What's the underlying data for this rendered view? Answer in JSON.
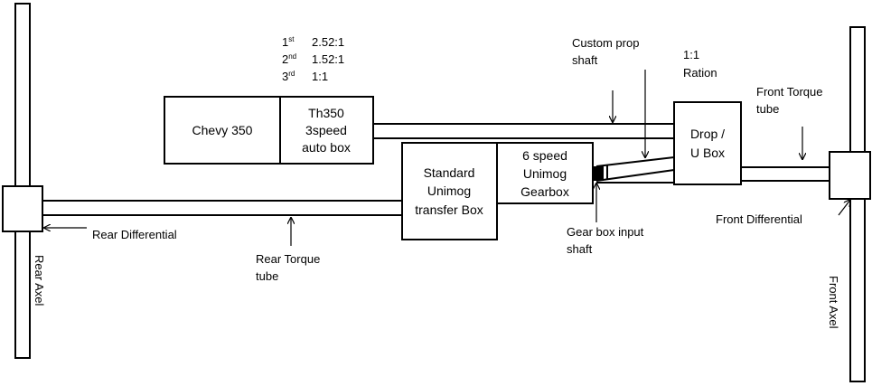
{
  "ratios": [
    {
      "gear": "1",
      "suffix": "st",
      "ratio": "2.52:1"
    },
    {
      "gear": "2",
      "suffix": "nd",
      "ratio": "1.52:1"
    },
    {
      "gear": "3",
      "suffix": "rd",
      "ratio": "1:1"
    }
  ],
  "boxes": {
    "engine": "Chevy 350",
    "transmission": [
      "Th350",
      "3speed",
      "auto box"
    ],
    "transfer": [
      "Standard",
      "Unimog",
      "transfer Box"
    ],
    "gearbox": [
      "6 speed",
      "Unimog",
      "Gearbox"
    ],
    "drop": [
      "Drop /",
      "U Box"
    ]
  },
  "labels": {
    "custom_prop": [
      "Custom prop",
      "shaft"
    ],
    "drop_ratio": [
      "1:1",
      "Ration"
    ],
    "front_torque": [
      "Front Torque",
      "tube"
    ],
    "front_diff": "Front Differential",
    "rear_diff": "Rear Differential",
    "rear_torque": [
      "Rear Torque",
      "tube"
    ],
    "input_shaft": [
      "Gear box input",
      "shaft"
    ],
    "rear_axle": "Rear Axel",
    "front_axle": "Front  Axel"
  }
}
